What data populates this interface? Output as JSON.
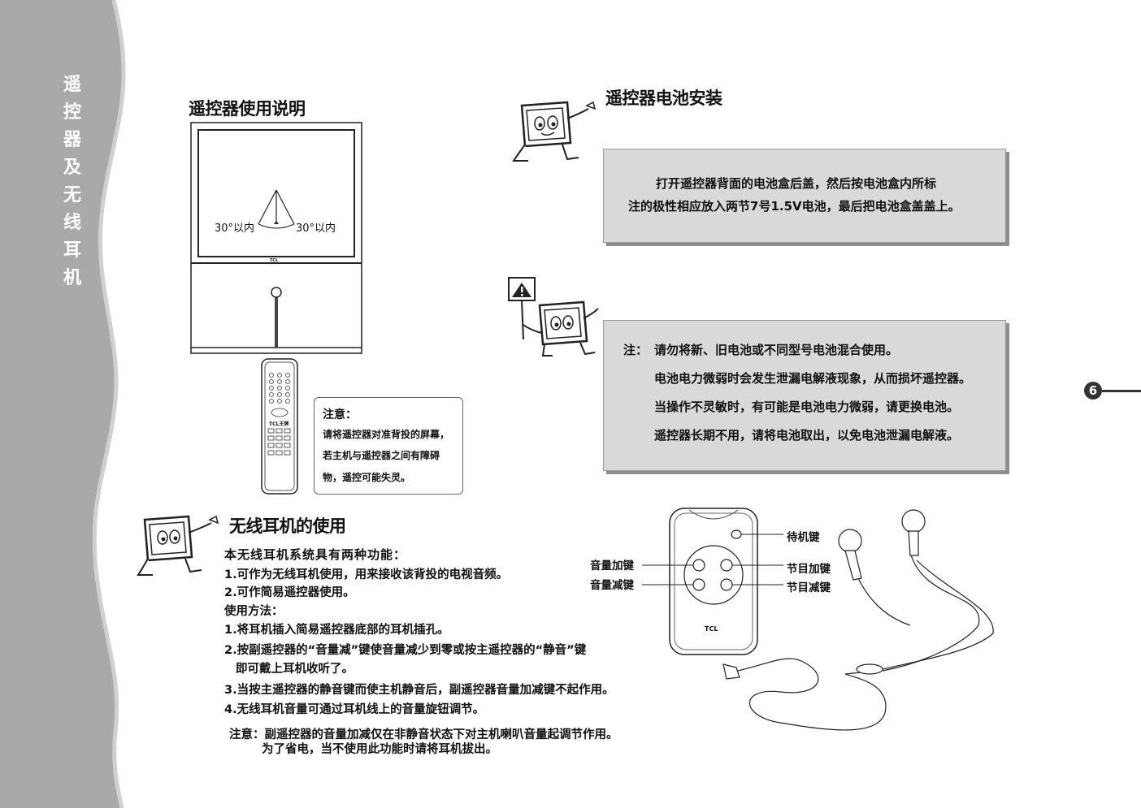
{
  "sidebar": {
    "chars": [
      "遥",
      "控",
      "器",
      "及",
      "无",
      "线",
      "耳",
      "机"
    ]
  },
  "remote_usage": {
    "title": "遥控器使用说明",
    "angle_left": "30°以内",
    "angle_right": "30°以内",
    "tv_brand": "TCL",
    "remote_brand": "TCL王牌",
    "note_title": "注意：",
    "note_lines": [
      "请将遥控器对准背投的屏幕，",
      "若主机与遥控器之间有障碍",
      "物，遥控可能失灵。"
    ]
  },
  "battery": {
    "title": "遥控器电池安装",
    "lines": [
      "打开遥控器背面的电池盒后盖，然后按电池盒内所标",
      "注的极性相应放入两节7号1.5V电池，最后把电池盒盖盖上。"
    ]
  },
  "warning": {
    "label": "注：",
    "lines": [
      "请勿将新、旧电池或不同型号电池混合使用。",
      "电池电力微弱时会发生泄漏电解液现象，从而损坏遥控器。",
      "当操作不灵敏时，有可能是电池电力微弱，请更换电池。",
      "遥控器长期不用，请将电池取出，以免电池泄漏电解液。"
    ]
  },
  "headphone": {
    "title": "无线耳机的使用",
    "intro": "本无线耳机系统具有两种功能：",
    "functions": [
      "1.可作为无线耳机使用，用来接收该背投的电视音频。",
      "2.可作简易遥控器使用。"
    ],
    "method_title": "使用方法：",
    "steps": [
      "1.将耳机插入简易遥控器底部的耳机插孔。",
      "2.按副遥控器的“音量减”键使音量减少到零或按主遥控器的“静音”键",
      "即可戴上耳机收听了。",
      "3.当按主遥控器的静音键而使主机静音后，副遥控器音量加减键不起作用。",
      "4.无线耳机音量可通过耳机线上的音量旋钮调节。"
    ],
    "note_lines": [
      "注意：副遥控器的音量加减仅在非静音状态下对主机喇叭音量起调节作用。",
      "为了省电，当不使用此功能时请将耳机拔出。"
    ]
  },
  "diagram": {
    "labels": {
      "vol_up": "音量加键",
      "vol_down": "音量减键",
      "standby": "待机键",
      "ch_up": "节目加键",
      "ch_down": "节目减键"
    },
    "brand": "TCL"
  },
  "page_number": "6",
  "colors": {
    "sidebar": "#a9a9a9",
    "box_fill": "#d9d9d9",
    "box_shadow": "#8d8d8d"
  }
}
